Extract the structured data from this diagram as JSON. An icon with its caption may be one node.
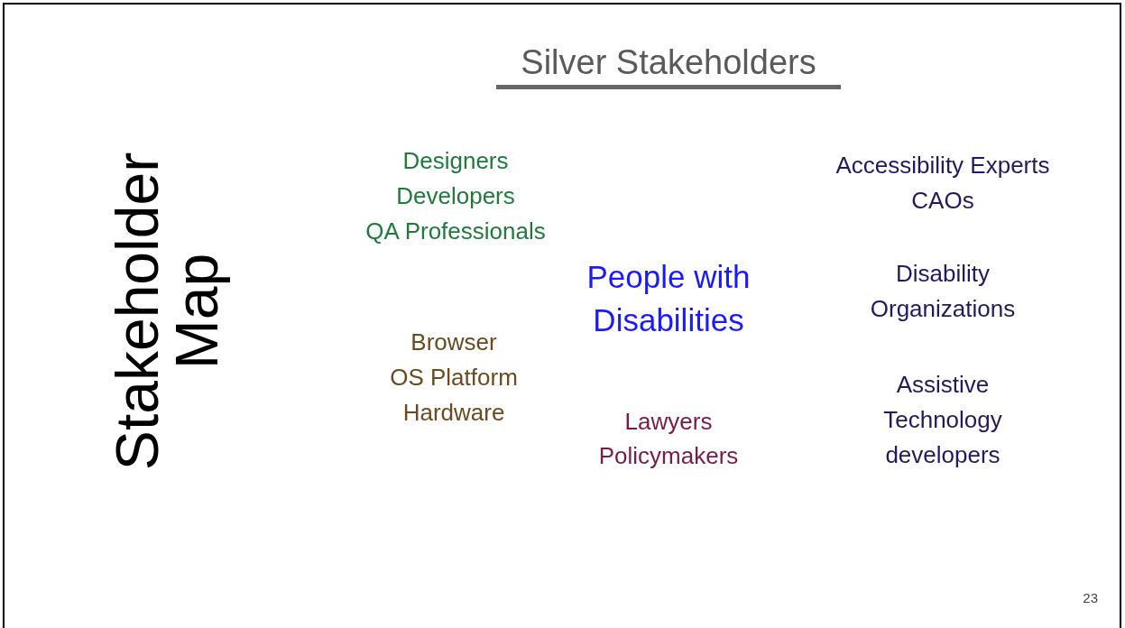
{
  "diagram": {
    "title": "Silver Stakeholders",
    "labels": [
      "Stakeholder Map",
      "Designers",
      "Developers",
      "QA Professionals",
      "Browser",
      "OS Platform",
      "Hardware",
      "People with Disabilities",
      "Lawyers",
      "Policymakers",
      "Accessibility Experts",
      "CAOs",
      "Disability Organizations",
      "Assistive Technology developers",
      "23"
    ]
  }
}
